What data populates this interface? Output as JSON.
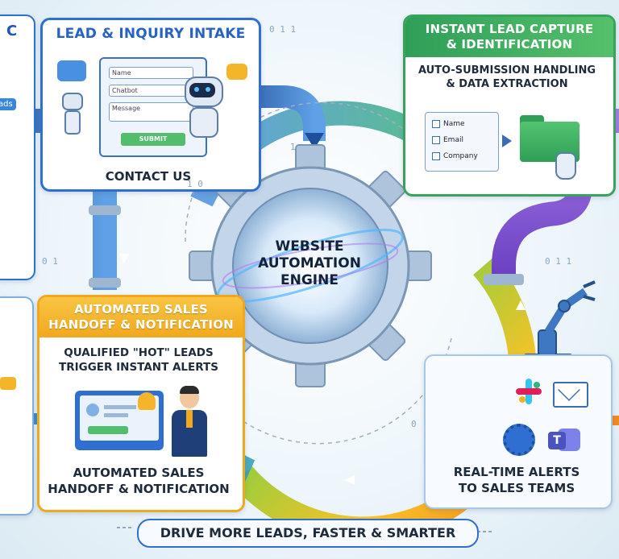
{
  "panels": {
    "intake": {
      "title": "LEAD & INQUIRY INTAKE",
      "form_fields": [
        "Name",
        "Chatbot",
        "Message"
      ],
      "submit_label": "SUBMIT",
      "caption": "CONTACT US"
    },
    "capture": {
      "title_line1": "INSTANT LEAD CAPTURE",
      "title_line2": "& IDENTIFICATION",
      "subtitle_line1": "AUTO-SUBMISSION HANDLING",
      "subtitle_line2": "& DATA EXTRACTION",
      "checklist": [
        "Name",
        "Email",
        "Company"
      ]
    },
    "handoff": {
      "title_line1": "AUTOMATED SALES",
      "title_line2": "HANDOFF & NOTIFICATION",
      "subtitle_line1": "QUALIFIED \"HOT\" LEADS",
      "subtitle_line2": "TRIGGER INSTANT ALERTS",
      "caption_line1": "AUTOMATED SALES",
      "caption_line2": "HANDOFF & NOTIFICATION"
    },
    "alerts": {
      "caption_line1": "REAL-TIME ALERTS",
      "caption_line2": "TO SALES TEAMS"
    },
    "left_partial": {
      "title_fragment": "C",
      "chip_fragment": "ads"
    }
  },
  "engine": {
    "line1": "WEBSITE",
    "line2": "AUTOMATION",
    "line3": "ENGINE"
  },
  "tagline": "DRIVE MORE LEADS, FASTER & SMARTER",
  "binary_snippets": [
    "0 1 1",
    "0 1",
    "1 0",
    "0",
    "1",
    "0 1 1"
  ],
  "colors": {
    "intake_accent": "#2f6fd1",
    "capture_accent": "#3aa35a",
    "handoff_accent": "#f2a81d",
    "alerts_accent": "#5a9bd6",
    "pipe_blue": "#3a78c8",
    "pipe_purple": "#8a58d6",
    "pipe_orange": "#f2a023",
    "gear": "#b9cde2"
  },
  "icons": [
    "robot-icon",
    "chat-bubble-icon",
    "folder-icon",
    "pointer-hand-icon",
    "robot-arm-icon",
    "slack-icon",
    "mail-icon",
    "phone-gear-icon",
    "teams-icon",
    "bell-icon",
    "presenter-icon",
    "logic-gate-icon"
  ]
}
